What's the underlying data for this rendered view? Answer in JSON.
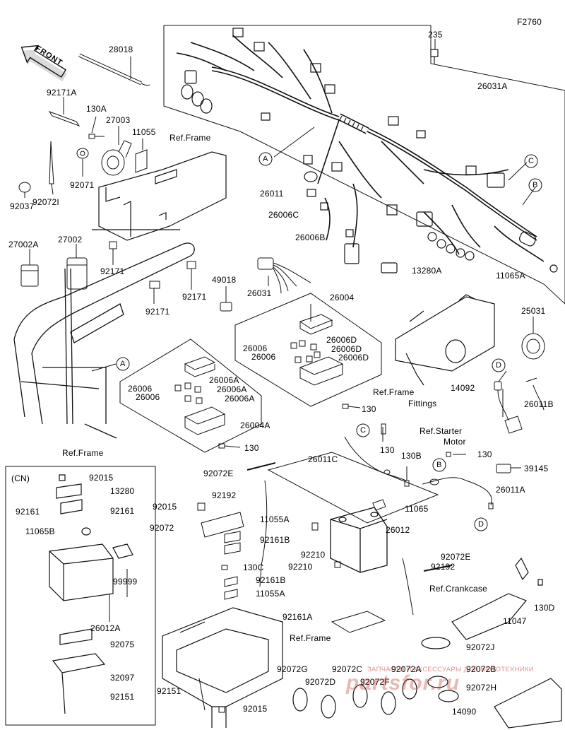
{
  "figure_code": "F2760",
  "front_label": "FRONT",
  "ref_labels": {
    "frame_top": "Ref.Frame",
    "frame_bottom_left": "Ref.Frame",
    "frame_fittings_1": "Ref.Frame",
    "frame_fittings_2": "Fittings",
    "starter_motor_1": "Ref.Starter",
    "starter_motor_2": "Motor",
    "crankcase": "Ref.Crankcase",
    "frame_bottom": "Ref.Frame"
  },
  "callout_letters": [
    "A",
    "B",
    "C",
    "D"
  ],
  "cn_label": "(CN)",
  "part_numbers": {
    "p28018": "28018",
    "p235": "235",
    "p26031A": "26031A",
    "p92171A": "92171A",
    "p130A": "130A",
    "p27003": "27003",
    "p11055": "11055",
    "p92071": "92071",
    "p92072I": "92072I",
    "p92037": "92037",
    "p27002A": "27002A",
    "p27002": "27002",
    "p92171_a": "92171",
    "p92171_b": "92171",
    "p92171_c": "92171",
    "p49018": "49018",
    "p26031": "26031",
    "p26011": "26011",
    "p26006C": "26006C",
    "p26006B": "26006B",
    "p13280A": "13280A",
    "p11065A": "11065A",
    "p26004": "26004",
    "p26006_1": "26006",
    "p26006D_1": "26006D",
    "p26006_2": "26006",
    "p26006D_2": "26006D",
    "p26006D_3": "26006D",
    "p26006_3": "26006",
    "p26006A_1": "26006A",
    "p26006_4": "26006",
    "p26006A_2": "26006A",
    "p26006A_3": "26006A",
    "p26004A": "26004A",
    "p130_1": "130",
    "p130_2": "130",
    "p25031": "25031",
    "p14092": "14092",
    "p26011B": "26011B",
    "p130_3": "130",
    "p26011C": "26011C",
    "p130B": "130B",
    "p130_4": "130",
    "p39145": "39145",
    "p92072E_1": "92072E",
    "p26011A": "26011A",
    "p92192_1": "92192",
    "p92015_1": "92015",
    "p11065": "11065",
    "p92072": "92072",
    "p26012": "26012",
    "p11055A_1": "11055A",
    "p92161B_1": "92161B",
    "p92210_1": "92210",
    "p92210_2": "92210",
    "p92072E_2": "92072E",
    "p92192_2": "92192",
    "p130C": "130C",
    "p92161B_2": "92161B",
    "p11055A_2": "11055A",
    "p130D": "130D",
    "p11047": "11047",
    "p92161A": "92161A",
    "p92072J": "92072J",
    "p92072G": "92072G",
    "p92072C": "92072C",
    "p92072A": "92072A",
    "p92072B": "92072B",
    "p92072D": "92072D",
    "p92072F": "92072F",
    "p92072H": "92072H",
    "p92151_1": "92151",
    "p92015_2": "92015",
    "p14090": "14090",
    "cn_92015": "92015",
    "cn_13280": "13280",
    "cn_92161_1": "92161",
    "cn_92161_2": "92161",
    "cn_11065B": "11065B",
    "cn_99999": "99999",
    "cn_26012A": "26012A",
    "cn_92075": "92075",
    "cn_32097": "32097",
    "cn_92151": "92151"
  },
  "watermark": {
    "line1": "ЗАПЧАСТИ И АКСЕССУАРЫ ДЛЯ МОТОТЕХНИКИ",
    "line2": "partsfor.ru",
    "color": "#c0392b"
  },
  "colors": {
    "line": "#111111",
    "background": "#ffffff"
  }
}
